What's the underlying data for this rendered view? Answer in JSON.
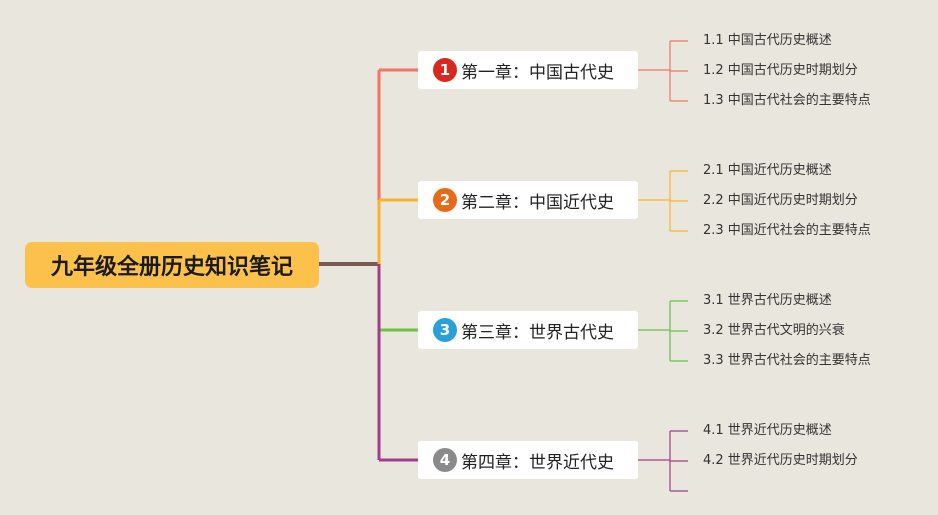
{
  "root": {
    "title": "九年级全册历史知识笔记",
    "color": "#fbc14b"
  },
  "chapters": [
    {
      "number": "1",
      "title": "第一章：中国古代史",
      "color": "#f37365",
      "badge_color": "#d8291f",
      "items": [
        "1.1 中国古代历史概述",
        "1.2 中国古代历史时期划分",
        "1.3 中国古代社会的主要特点"
      ]
    },
    {
      "number": "2",
      "title": "第二章：中国近代史",
      "color": "#fbb22b",
      "badge_color": "#e66a1a",
      "items": [
        "2.1 中国近代历史概述",
        "2.2 中国近代历史时期划分",
        "2.3 中国近代社会的主要特点"
      ]
    },
    {
      "number": "3",
      "title": "第三章：世界古代史",
      "color": "#6cc04a",
      "badge_color": "#2a9fd8",
      "items": [
        "3.1 世界古代历史概述",
        "3.2 世界古代文明的兴衰",
        "3.3 世界古代社会的主要特点"
      ]
    },
    {
      "number": "4",
      "title": "第四章：世界近代史",
      "color": "#a03e88",
      "badge_color": "#8a8a8a",
      "items": [
        "4.1 世界近代历史概述",
        "4.2 世界近代历史时期划分",
        ""
      ]
    }
  ]
}
